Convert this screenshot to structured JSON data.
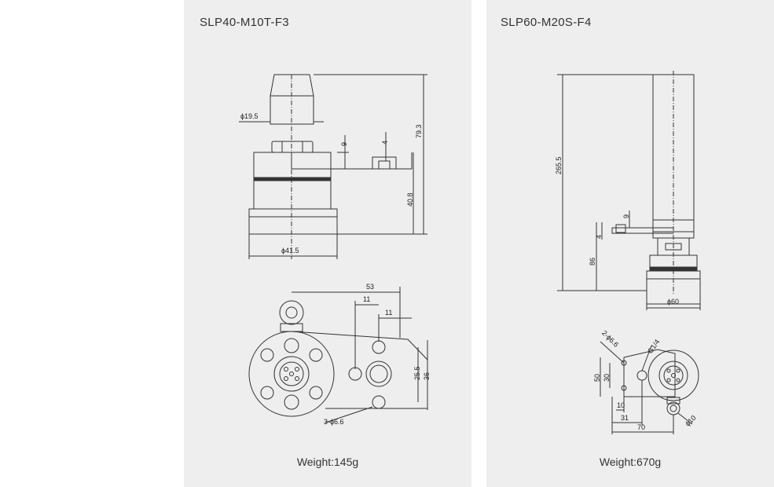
{
  "left": {
    "title": "SLP40-M10T-F3",
    "weight": "Weight:145g",
    "dims": {
      "d1": "ϕ19.5",
      "d2": "9",
      "d3": "4",
      "d4": "79.3",
      "d5": "40.8",
      "d6": "ϕ41.5",
      "d7": "53",
      "d8": "11",
      "d9": "11",
      "d10": "25.5",
      "d11": "36",
      "d12": "3-ϕ6.6"
    }
  },
  "right": {
    "title": "SLP60-M20S-F4",
    "weight": "Weight:670g",
    "dims": {
      "d1": "265.5",
      "d2": "9",
      "d3": "4",
      "d4": "86",
      "d5": "ϕ60",
      "d6": "2-ϕ6.6",
      "d7": "G1/4",
      "d8": "50",
      "d9": "30",
      "d10": "10",
      "d11": "31",
      "d12": "70",
      "d13": "ϕ10"
    }
  },
  "colors": {
    "panel": "#eeeeee",
    "line": "#333333"
  }
}
